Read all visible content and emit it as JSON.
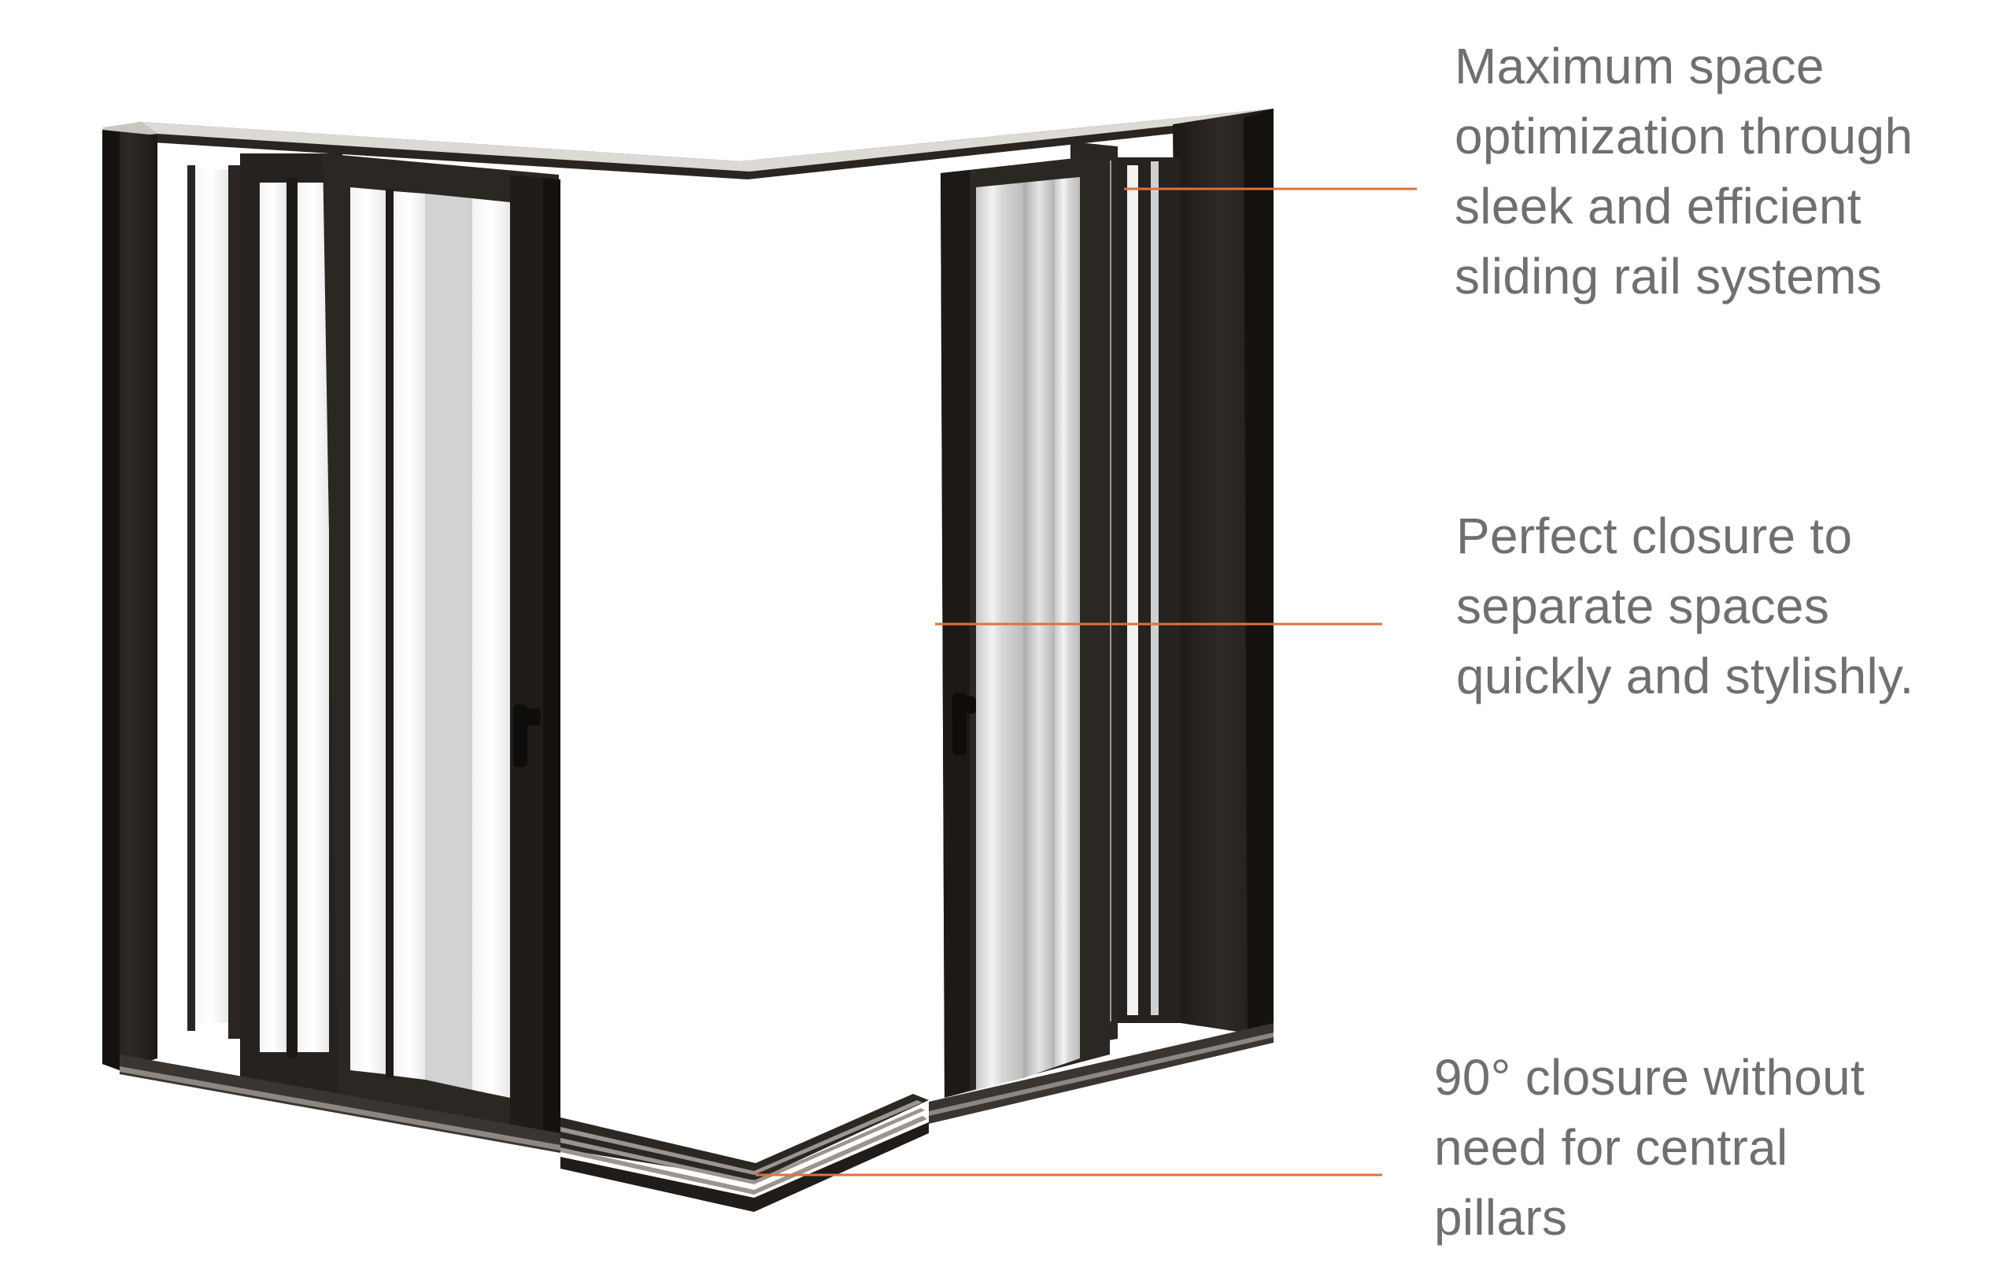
{
  "callouts": [
    {
      "text": "Maximum space\noptimization through\nsleek and efficient\nsliding rail systems"
    },
    {
      "text": "Perfect closure to\nseparate spaces\nquickly and stylishly."
    },
    {
      "text": "90° closure without\nneed for central\npillars"
    }
  ],
  "colors": {
    "leader_line": "#e0703c",
    "text": "#6f6f6f",
    "frame": "#26221f",
    "top_surface": "#dcdad5"
  }
}
